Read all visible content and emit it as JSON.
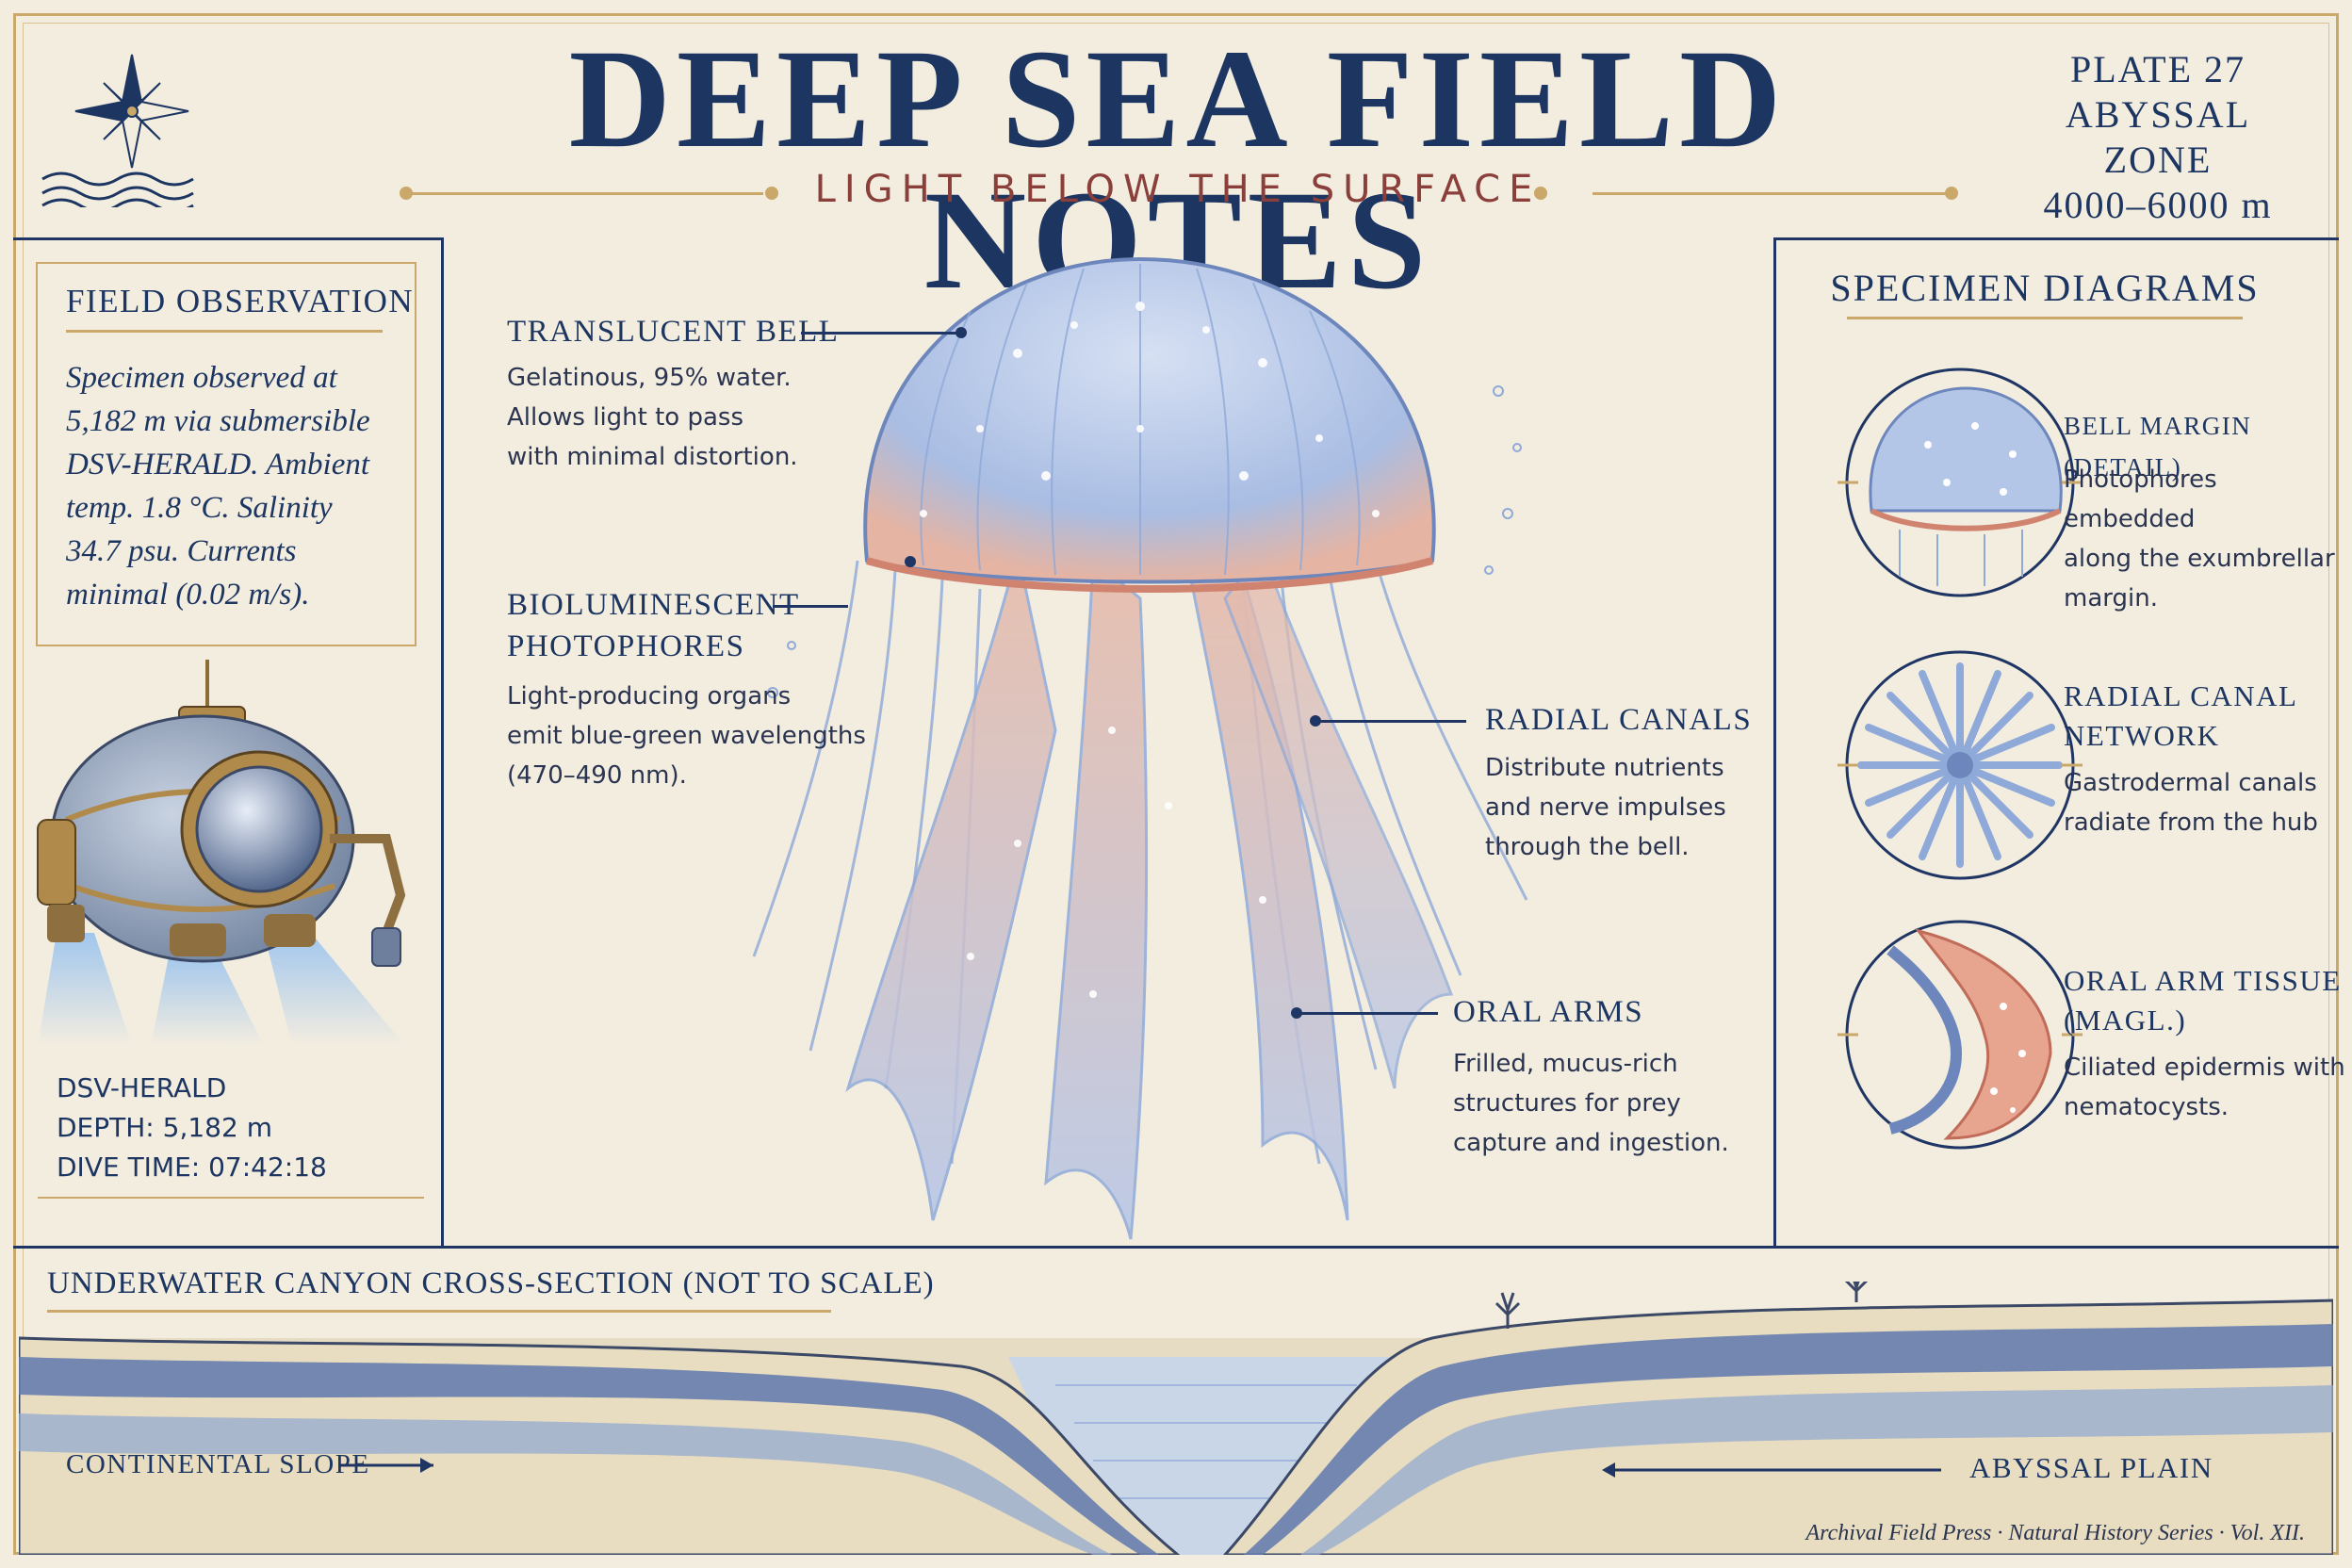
{
  "header": {
    "title": "DEEP SEA FIELD NOTES",
    "subtitle": "LIGHT BELOW THE SURFACE",
    "plate": [
      "PLATE 27",
      "ABYSSAL ZONE",
      "4000–6000 m"
    ]
  },
  "field_observation": {
    "title": "FIELD OBSERVATION",
    "lines": [
      "Specimen observed at",
      "5,182 m via submersible",
      "DSV-HERALD. Ambient",
      "temp. 1.8 °C. Salinity",
      "34.7 psu. Currents",
      "minimal (0.02 m/s)."
    ]
  },
  "submersible": {
    "name": "DSV-HERALD",
    "depth": "DEPTH: 5,182 m",
    "dive_time": "DIVE TIME: 07:42:18"
  },
  "jellyfish_labels": {
    "bell": {
      "title": "TRANSLUCENT BELL",
      "lines": [
        "Gelatinous, 95% water.",
        "Allows light to pass",
        "with minimal distortion."
      ]
    },
    "photophores": {
      "title_lines": [
        "BIOLUMINESCENT",
        "PHOTOPHORES"
      ],
      "lines": [
        "Light-producing organs",
        "emit blue-green wavelengths",
        "(470–490 nm)."
      ]
    },
    "canals": {
      "title": "RADIAL CANALS",
      "lines": [
        "Distribute nutrients",
        "and nerve impulses",
        "through the bell."
      ]
    },
    "arms": {
      "title": "ORAL ARMS",
      "lines": [
        "Frilled, mucus-rich",
        "structures for prey",
        "capture and ingestion."
      ]
    }
  },
  "specimen_diagrams": {
    "title": "SPECIMEN DIAGRAMS",
    "items": [
      {
        "title_lines": [
          "BELL MARGIN (DETAIL)"
        ],
        "lines": [
          "Photophores embedded",
          "along the exumbrellar",
          "margin."
        ]
      },
      {
        "title_lines": [
          "RADIAL CANAL",
          "NETWORK"
        ],
        "lines": [
          "Gastrodermal canals",
          "radiate from the hub"
        ]
      },
      {
        "title_lines": [
          "ORAL ARM TISSUE",
          "(MAGL.)"
        ],
        "lines": [
          "Ciliated epidermis with",
          "nematocysts."
        ]
      }
    ]
  },
  "canyon": {
    "title": "UNDERWATER CANYON CROSS-SECTION (NOT TO SCALE)",
    "left_label": "CONTINENTAL SLOPE",
    "right_label": "ABYSSAL PLAIN"
  },
  "footer": "Archival Field Press · Natural History Series · Vol. XII.",
  "colors": {
    "navy": "#1c3561",
    "gold": "#c9a86a",
    "rust": "#8a3f3a",
    "paper": "#f3ede0",
    "jelly_blue": "#8fa9d8",
    "jelly_pink": "#e0a08a"
  }
}
